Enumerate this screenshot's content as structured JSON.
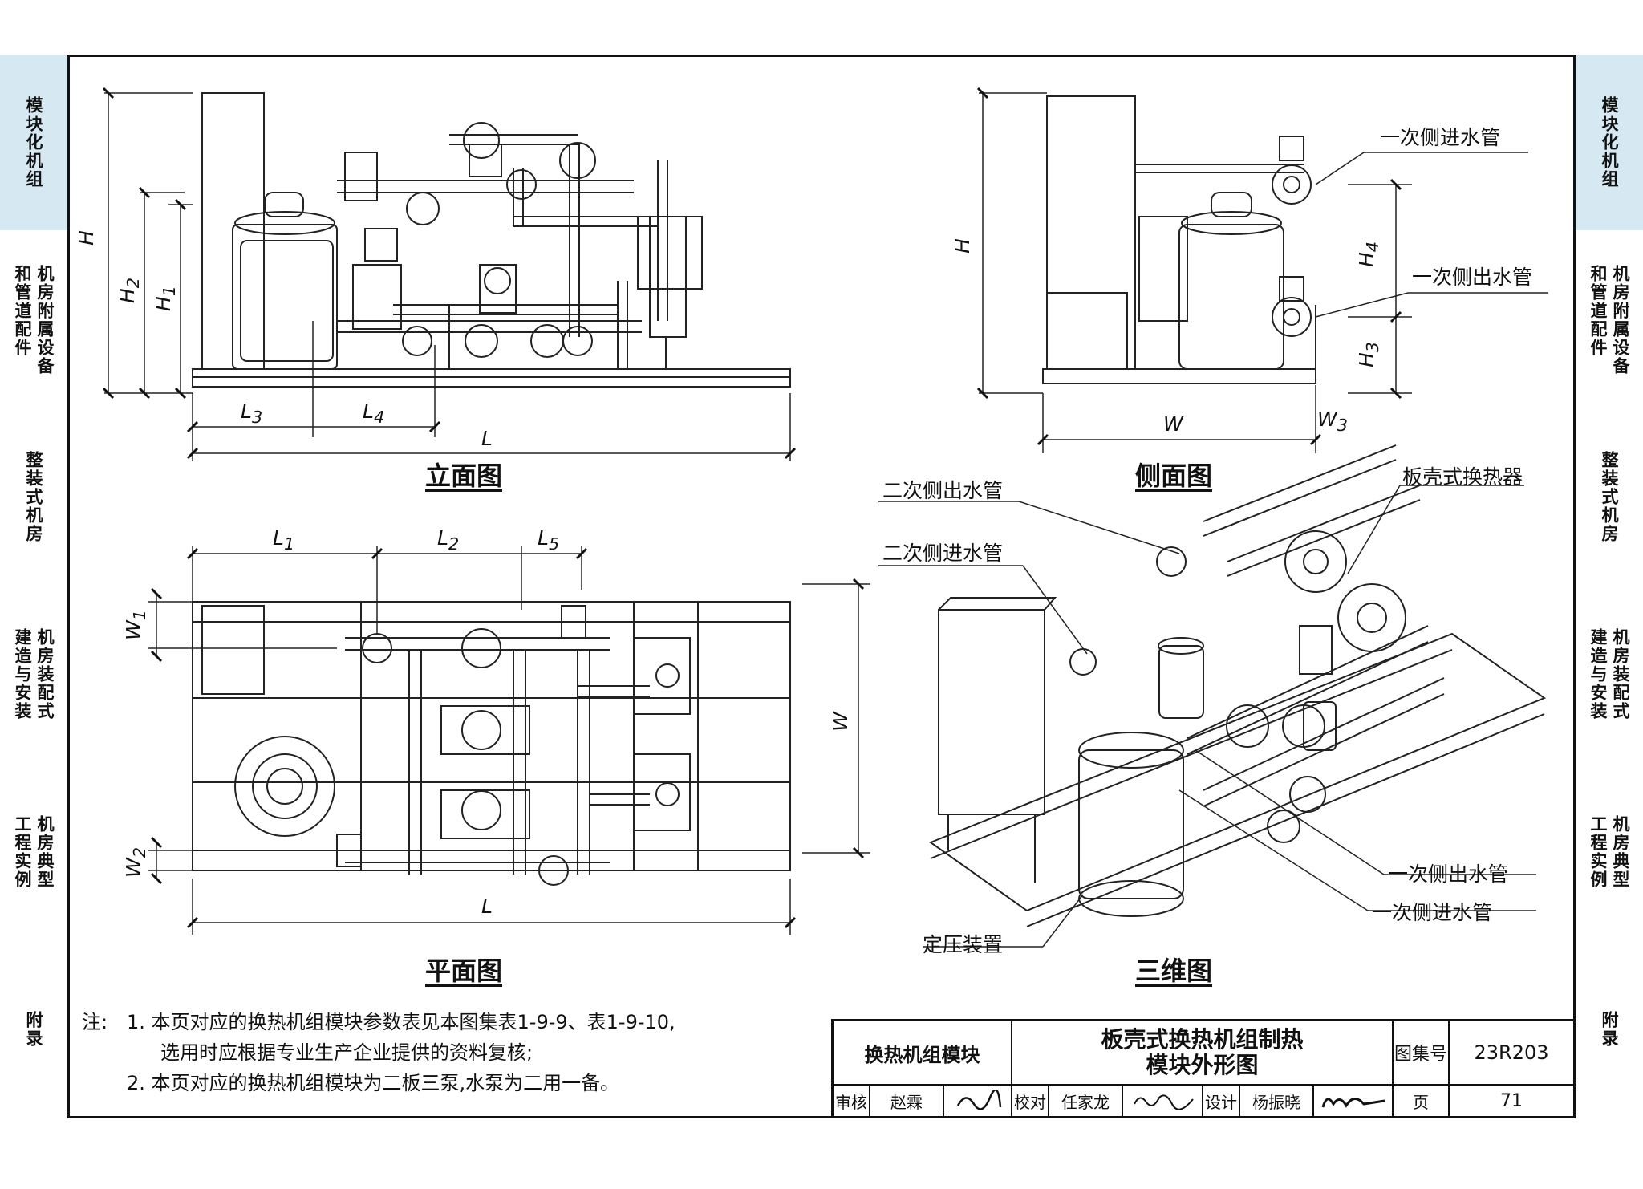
{
  "sidebar_left": [
    {
      "cols": [
        "模块化机组"
      ],
      "active": true
    },
    {
      "cols": [
        "机房附属设备",
        "和管道配件"
      ],
      "active": false
    },
    {
      "cols": [
        "整装式机房"
      ],
      "active": false
    },
    {
      "cols": [
        "机房装配式",
        "建造与安装"
      ],
      "active": false
    },
    {
      "cols": [
        "机房典型",
        "工程实例"
      ],
      "active": false
    },
    {
      "cols": [
        "附录"
      ],
      "active": false
    }
  ],
  "sidebar_right": [
    {
      "cols": [
        "模块化机组"
      ],
      "active": true
    },
    {
      "cols": [
        "机房附属设备",
        "和管道配件"
      ],
      "active": false
    },
    {
      "cols": [
        "整装式机房"
      ],
      "active": false
    },
    {
      "cols": [
        "机房装配式",
        "建造与安装"
      ],
      "active": false
    },
    {
      "cols": [
        "机房典型",
        "工程实例"
      ],
      "active": false
    },
    {
      "cols": [
        "附录"
      ],
      "active": false
    }
  ],
  "views": {
    "elevation": "立面图",
    "side": "侧面图",
    "plan": "平面图",
    "iso": "三维图"
  },
  "dims": {
    "H": "H",
    "H1": "H",
    "H1_sub": "1",
    "H2": "H",
    "H2_sub": "2",
    "H3": "H",
    "H3_sub": "3",
    "H4": "H",
    "H4_sub": "4",
    "L": "L",
    "L1": "L",
    "L1_sub": "1",
    "L2": "L",
    "L2_sub": "2",
    "L3": "L",
    "L3_sub": "3",
    "L4": "L",
    "L4_sub": "4",
    "L5": "L",
    "L5_sub": "5",
    "W": "W",
    "W1": "W",
    "W1_sub": "1",
    "W2": "W",
    "W2_sub": "2",
    "W3": "W",
    "W3_sub": "3"
  },
  "callouts": {
    "primary_in_side": "一次侧进水管",
    "primary_out_side": "一次侧出水管",
    "secondary_out": "二次侧出水管",
    "secondary_in": "二次侧进水管",
    "plate_shell_hx": "板壳式换热器",
    "primary_out_iso": "一次侧出水管",
    "primary_in_iso": "一次侧进水管",
    "pressure_device": "定压装置"
  },
  "notes": {
    "label": "注:",
    "n1a": "1.  本页对应的换热机组模块参数表见本图集表1-9-9、表1-9-10,",
    "n1b": "选用时应根据专业生产企业提供的资料复核;",
    "n2": "2.  本页对应的换热机组模块为二板三泵,水泵为二用一备。"
  },
  "title_block": {
    "module": "换热机组模块",
    "title_line1": "板壳式换热机组制热",
    "title_line2": "模块外形图",
    "atlas_label": "图集号",
    "atlas_no": "23R203",
    "review_label": "审核",
    "reviewer": "赵霖",
    "check_label": "校对",
    "checker": "任家龙",
    "design_label": "设计",
    "designer": "杨振晓",
    "page_label": "页",
    "page_no": "71"
  }
}
